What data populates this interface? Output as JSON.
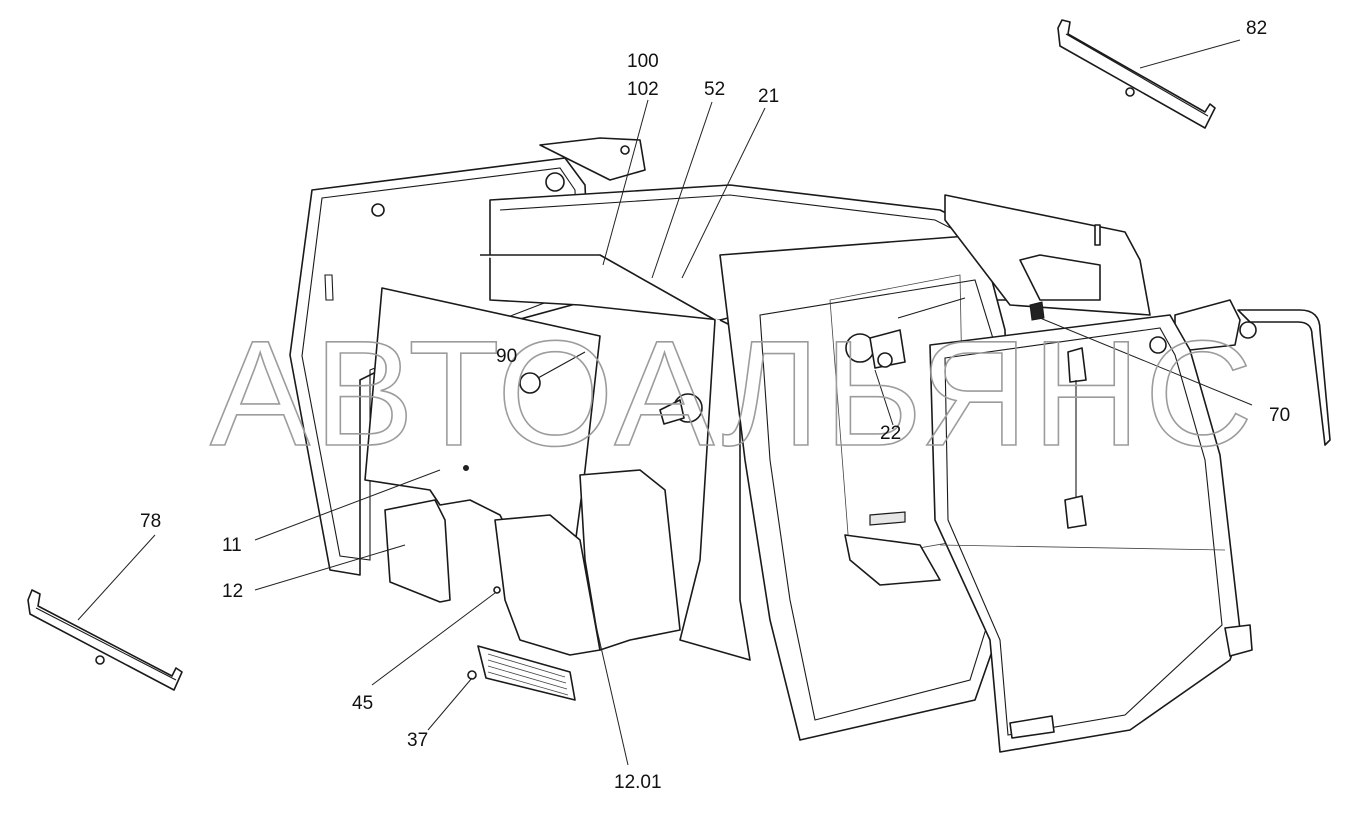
{
  "watermark": "АВТОАЛЬЯНС",
  "callouts": [
    {
      "id": "100",
      "text": "100"
    },
    {
      "id": "102",
      "text": "102"
    },
    {
      "id": "52",
      "text": "52"
    },
    {
      "id": "21",
      "text": "21"
    },
    {
      "id": "82",
      "text": "82"
    },
    {
      "id": "90",
      "text": "90"
    },
    {
      "id": "70",
      "text": "70"
    },
    {
      "id": "22",
      "text": "22"
    },
    {
      "id": "78",
      "text": "78"
    },
    {
      "id": "11",
      "text": "11"
    },
    {
      "id": "12",
      "text": "12"
    },
    {
      "id": "45",
      "text": "45"
    },
    {
      "id": "37",
      "text": "37"
    },
    {
      "id": "12-01",
      "text": "12.01"
    }
  ]
}
